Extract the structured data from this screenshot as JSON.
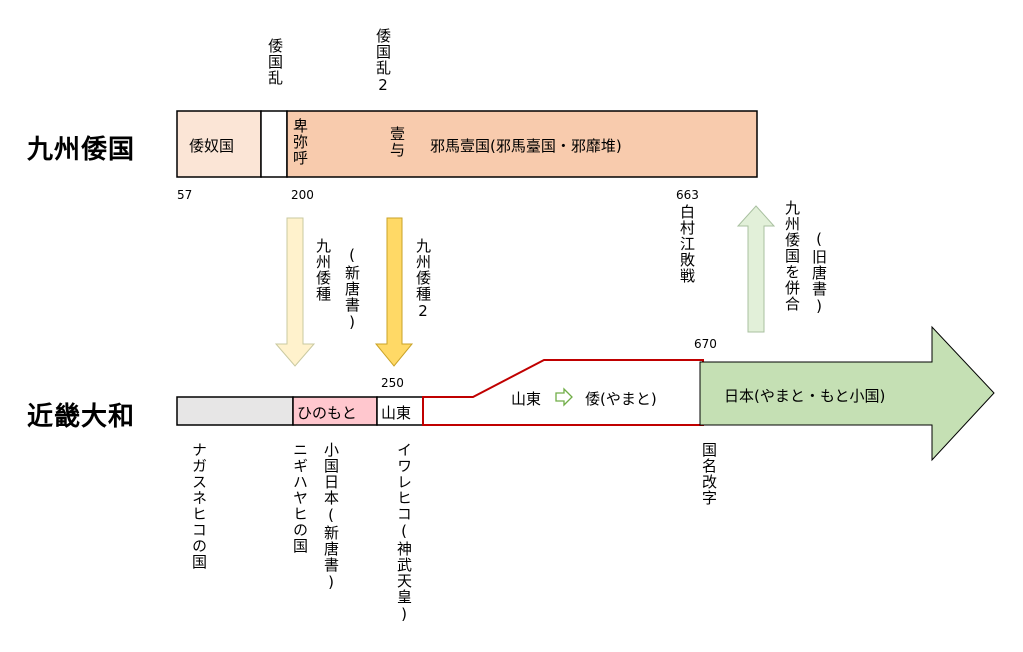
{
  "kyushu": {
    "label": "九州倭国",
    "period_nakoku": "倭奴国",
    "himiko": "卑弥呼",
    "iyo": "壹与",
    "yamato_text": "邪馬壹国(邪馬臺国・邪靡堆)",
    "war1": "倭国乱",
    "war2": "倭国乱2",
    "year_start": "57",
    "year_200": "200",
    "year_663": "663",
    "hakusonko": "白村江敗戦"
  },
  "kinki": {
    "label": "近畿大和",
    "hinomoto": "ひのもと",
    "santo_box": "山東",
    "year_250": "250",
    "year_670": "670",
    "santo": "山東",
    "wa": "倭(やまと)",
    "nihon": "日本(やまと・もと小国)",
    "nagasunehiko": "ナガスネヒコの国",
    "nigihayahi": "ニギハヤヒの国",
    "shokoku": "小国日本(新唐書)",
    "iwarehiko": "イワレヒコ(神武天皇)",
    "kaiji": "国名改字"
  },
  "arrows": {
    "kyushu_wa_shu": "九州倭種",
    "shintojo": "(新唐書)",
    "kyushu_wa_shu2": "九州倭種2",
    "heigo": "九州倭国を併合",
    "kutojo": "(旧唐書)"
  },
  "colors": {
    "nakoku": "#fbe5d6",
    "kyushu_main": "#f8cbad",
    "kinki_grey": "#e7e6e6",
    "hinomoto": "#ffc7ce",
    "nihon_arrow": "#c5e0b4",
    "arrow_pale_yellow": "#fff2cc",
    "arrow_yellow": "#ffd966",
    "arrow_pale_green": "#e2f0d9",
    "border_red": "#c00000"
  }
}
